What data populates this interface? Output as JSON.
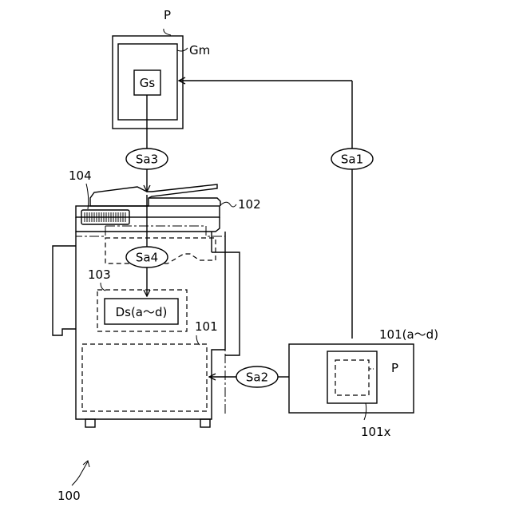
{
  "labels": {
    "p_top": "P",
    "gm": "Gm",
    "gs": "Gs",
    "sa3": "Sa3",
    "sa1": "Sa1",
    "sa4": "Sa4",
    "sa2": "Sa2",
    "n104": "104",
    "n102": "102",
    "n103": "103",
    "n101": "101",
    "ds": "Ds(a～d)",
    "n101ad": "101(a～d)",
    "p_right": "P",
    "n101x": "101x",
    "n100": "100"
  }
}
